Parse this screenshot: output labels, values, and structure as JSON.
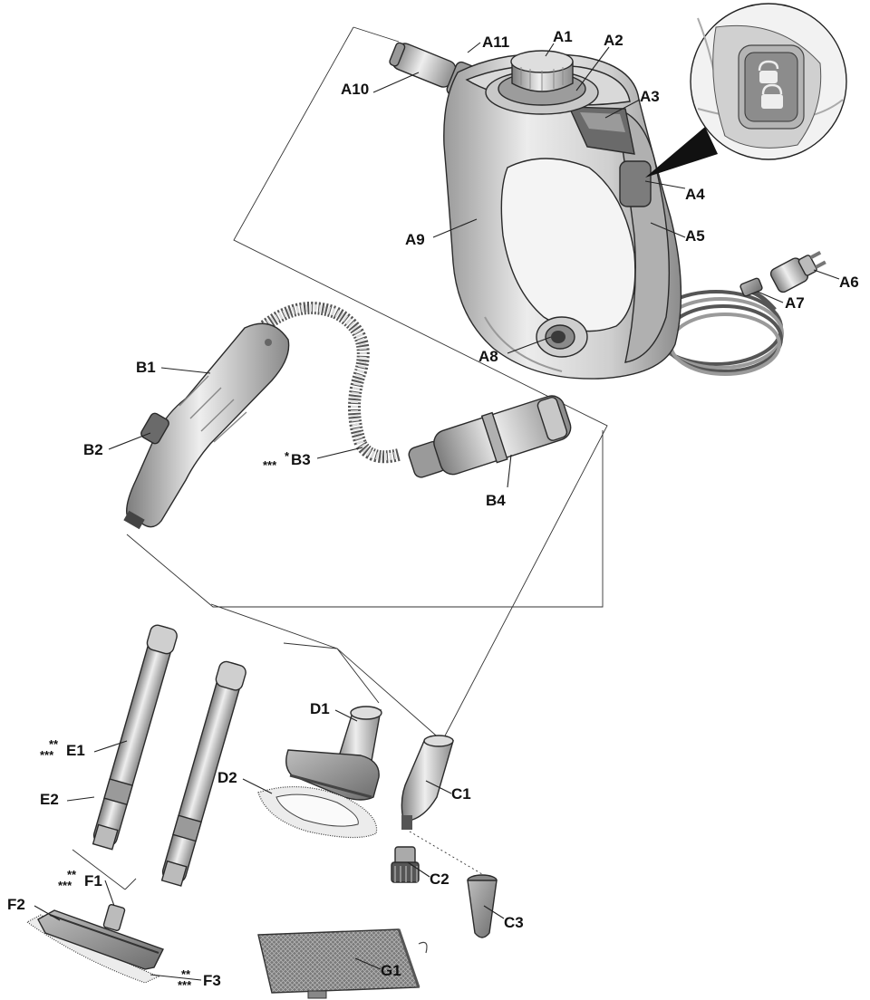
{
  "labels": {
    "A1": "A1",
    "A2": "A2",
    "A3": "A3",
    "A4": "A4",
    "A5": "A5",
    "A6": "A6",
    "A7": "A7",
    "A8": "A8",
    "A9": "A9",
    "A10": "A10",
    "A11": "A11",
    "B1": "B1",
    "B2": "B2",
    "B3": "B3",
    "B4": "B4",
    "C1": "C1",
    "C2": "C2",
    "C3": "C3",
    "D1": "D1",
    "D2": "D2",
    "E1": "E1",
    "E2": "E2",
    "F1": "F1",
    "F2": "F2",
    "F3": "F3",
    "G1": "G1"
  },
  "markers": {
    "two_star": "**",
    "three_star": "***",
    "one_star": "*"
  },
  "colors": {
    "body_light": "#e4e4e4",
    "body_mid": "#bdbdbd",
    "body_dark": "#8a8a8a",
    "accent_dark": "#6d6d6d",
    "outline": "#2a2a2a"
  }
}
